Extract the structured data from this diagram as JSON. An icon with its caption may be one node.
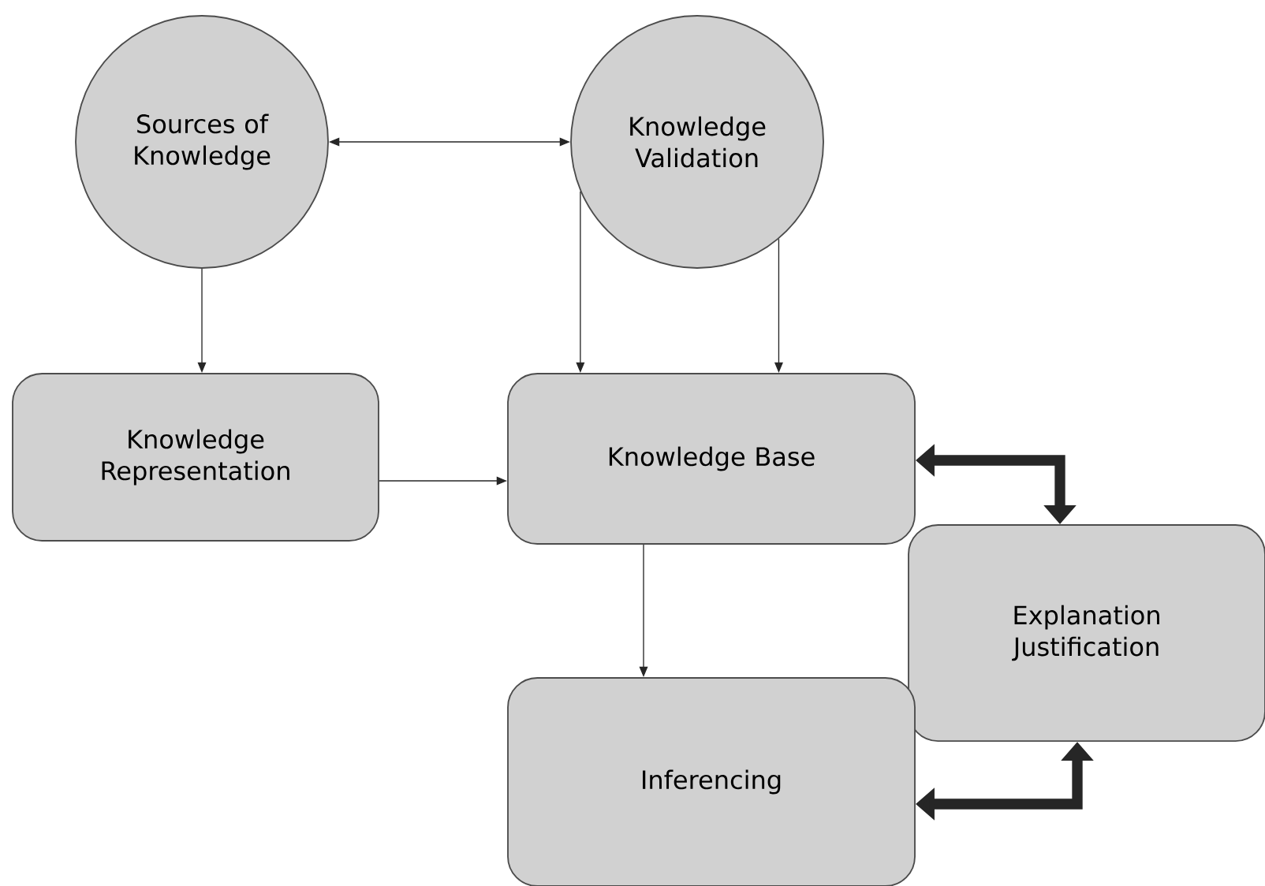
{
  "diagram": {
    "nodes": [
      {
        "text": [
          "Sources of Knowledge"
        ]
      },
      {
        "text": [
          "Knowledge Validation"
        ]
      },
      {
        "text": [
          "Knowledge Representation"
        ]
      },
      {
        "text": [
          "Knowledge Base"
        ]
      },
      {
        "text": [
          "Explanation Justification"
        ]
      },
      {
        "text": [
          "Inferencing"
        ]
      }
    ],
    "edges": [
      {
        "from": 0,
        "to": 1,
        "arrow": "both"
      },
      {
        "from": 0,
        "to": 2,
        "arrow": "to"
      },
      {
        "from": 1,
        "to": 3,
        "arrow": "to"
      },
      {
        "from": 1,
        "to": 3,
        "arrow": "to"
      },
      {
        "from": 2,
        "to": 3,
        "arrow": "to"
      },
      {
        "from": 3,
        "to": 5,
        "arrow": "to"
      },
      {
        "from": 4,
        "to": 3,
        "arrow": "both",
        "style": "thick"
      },
      {
        "from": 4,
        "to": 5,
        "arrow": "both",
        "style": "thick"
      }
    ]
  }
}
